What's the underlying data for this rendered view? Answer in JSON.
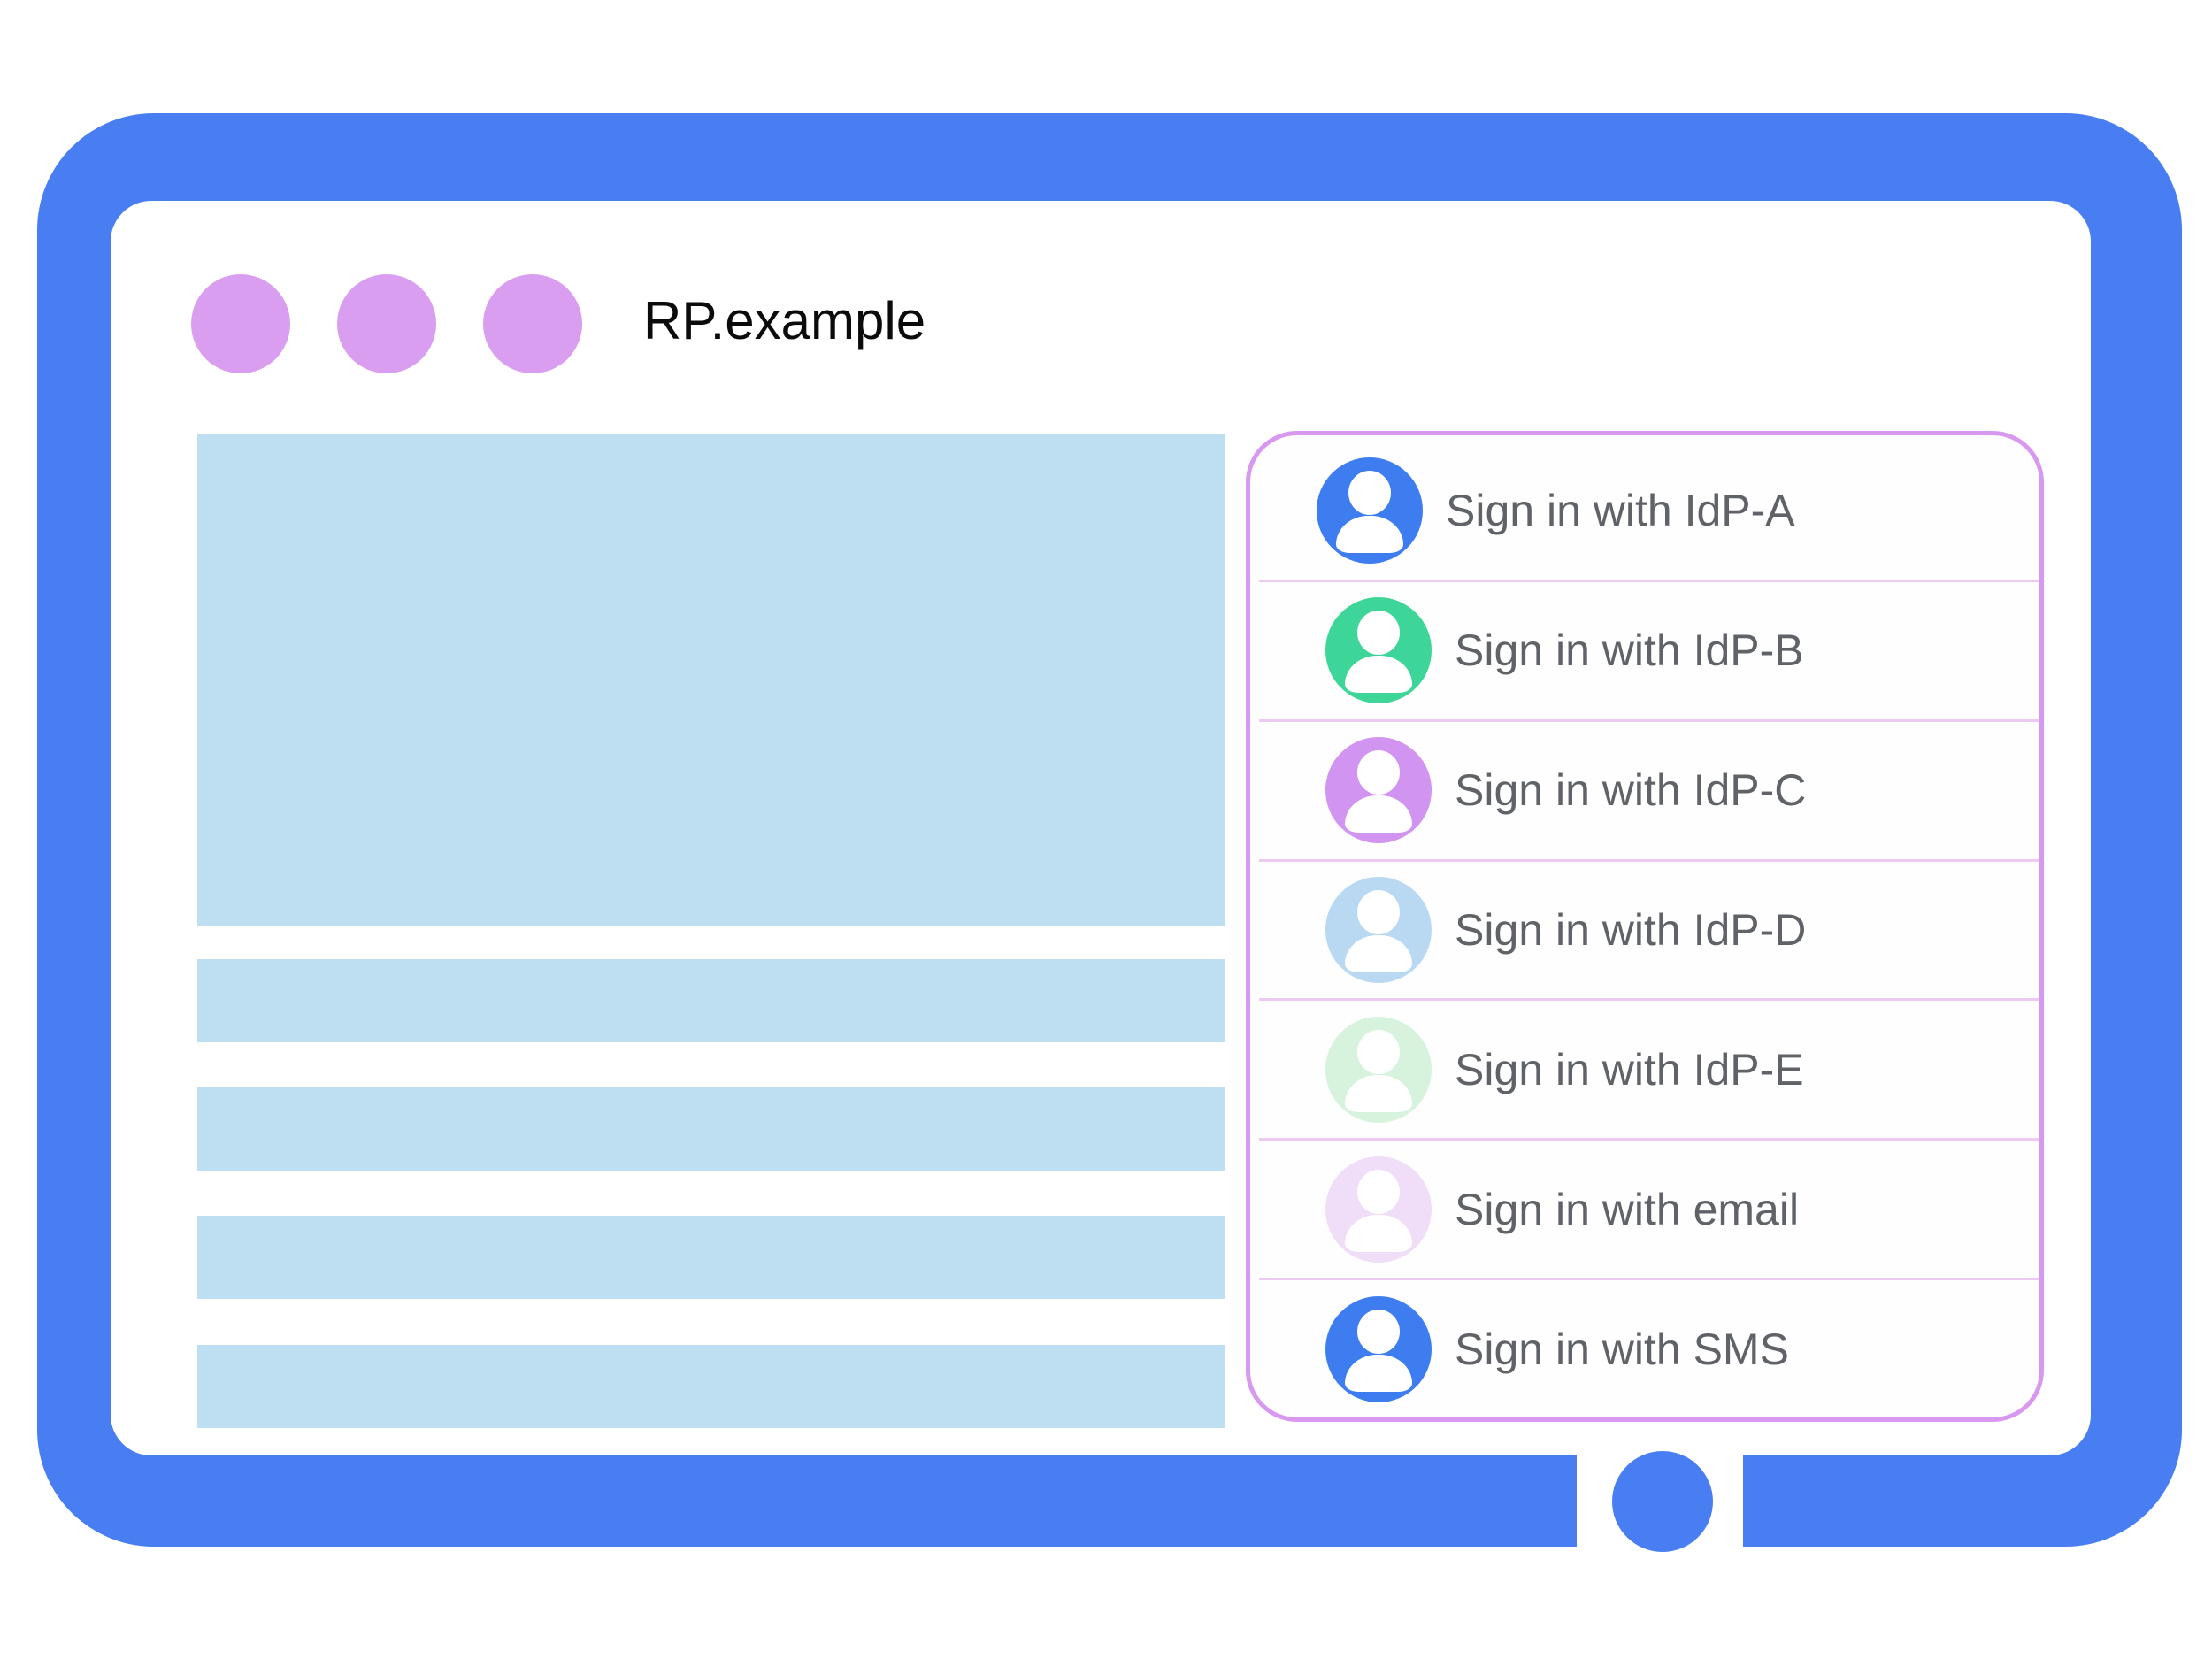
{
  "window": {
    "title": "RP.example",
    "controls": [
      "window-dot",
      "window-dot",
      "window-dot"
    ]
  },
  "content": {
    "hero_blocks": 1,
    "text_bars": 4
  },
  "signin_panel": {
    "options": [
      {
        "label": "Sign in with IdP-A",
        "avatar_icon": "person-icon",
        "avatar_color": "#3D7DF0"
      },
      {
        "label": "Sign in with IdP-B",
        "avatar_icon": "person-icon",
        "avatar_color": "#3ED698"
      },
      {
        "label": "Sign in with IdP-C",
        "avatar_icon": "person-icon",
        "avatar_color": "#D194F0"
      },
      {
        "label": "Sign in with IdP-D",
        "avatar_icon": "person-icon",
        "avatar_color": "#B9D9F2"
      },
      {
        "label": "Sign in with IdP-E",
        "avatar_icon": "person-icon",
        "avatar_color": "#D7F2DD"
      },
      {
        "label": "Sign in with email",
        "avatar_icon": "person-icon",
        "avatar_color": "#F0DDF7"
      },
      {
        "label": "Sign in with SMS",
        "avatar_icon": "person-icon",
        "avatar_color": "#3D7DF0"
      }
    ]
  },
  "colors": {
    "frame": "#497EF2",
    "screen": "#FFFFFF",
    "placeholder": "#BEDFF2",
    "window-dot": "#D99EF0",
    "panel-border": "#D998EF",
    "panel-bg": "#FFFEFF",
    "divider": "#EEC9F4",
    "label-text": "#5F6368",
    "title-text": "#0B0B0B",
    "avatar-person": "#FFFFFF"
  }
}
